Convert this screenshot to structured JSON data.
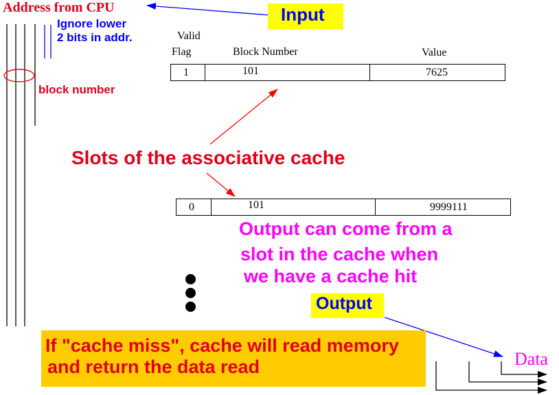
{
  "address_label": "Address from CPU",
  "input_label": "Input",
  "ignore_note": [
    "Ignore lower",
    "2 bits in addr."
  ],
  "block_number_note": "block number",
  "table_headers": {
    "valid": [
      "Valid",
      "Flag"
    ],
    "block_number": "Block Number",
    "value": "Value"
  },
  "slots": [
    {
      "flag": "1",
      "block": "101",
      "value": "7625"
    },
    {
      "flag": "0",
      "block": "101",
      "value": "9999111"
    }
  ],
  "slots_label": "Slots of the associative cache",
  "output_note": [
    "Output can come from a",
    "slot in the cache when",
    "we have a cache hit"
  ],
  "output_label": "Output",
  "data_label": "Data",
  "miss_note": [
    "If \"cache miss\", cache will read memory",
    "and return the data read"
  ],
  "colors": {
    "red": "#e0001a",
    "blue": "#0000ff",
    "magenta": "#ff00ff",
    "yellow": "#ffff00",
    "orange": "#ffcc00"
  }
}
